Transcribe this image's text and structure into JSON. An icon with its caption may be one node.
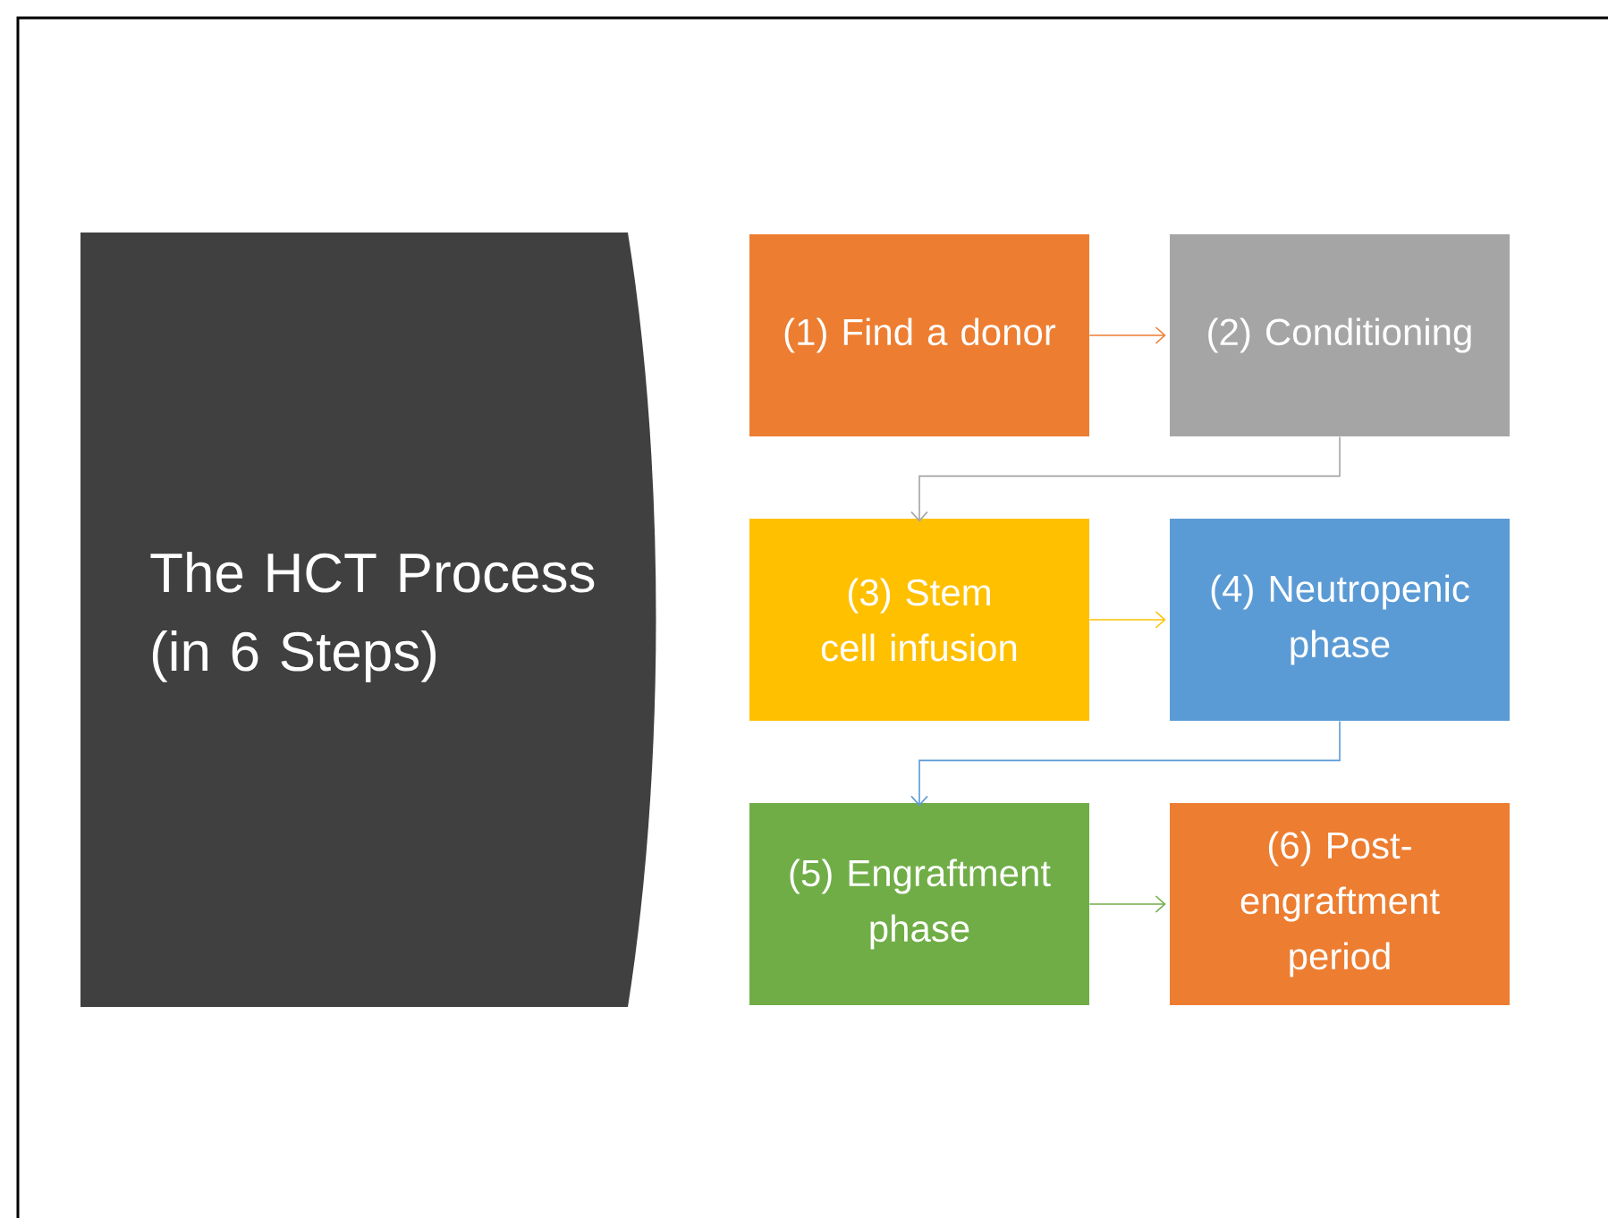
{
  "diagram": {
    "title": "The HCT Process (in 6 Steps)",
    "nodes": [
      {
        "text": [
          "(1) Find a donor"
        ]
      },
      {
        "text": [
          "(2) Conditioning"
        ]
      },
      {
        "text": [
          "(3) Stem cell infusion"
        ]
      },
      {
        "text": [
          "(4) Neutropenic phase"
        ]
      },
      {
        "text": [
          "(5) Engraftment phase"
        ]
      },
      {
        "text": [
          "(6) Post-engraftment period"
        ]
      }
    ],
    "edges": [
      {
        "from": 0,
        "to": 1,
        "arrow": "to",
        "color": "#ed7d31"
      },
      {
        "from": 1,
        "to": 2,
        "arrow": "to",
        "color": "#a5a5a5"
      },
      {
        "from": 2,
        "to": 3,
        "arrow": "to",
        "color": "#ffc000"
      },
      {
        "from": 3,
        "to": 4,
        "arrow": "to",
        "color": "#5b9bd5"
      },
      {
        "from": 4,
        "to": 5,
        "arrow": "to",
        "color": "#70ad47"
      }
    ]
  }
}
